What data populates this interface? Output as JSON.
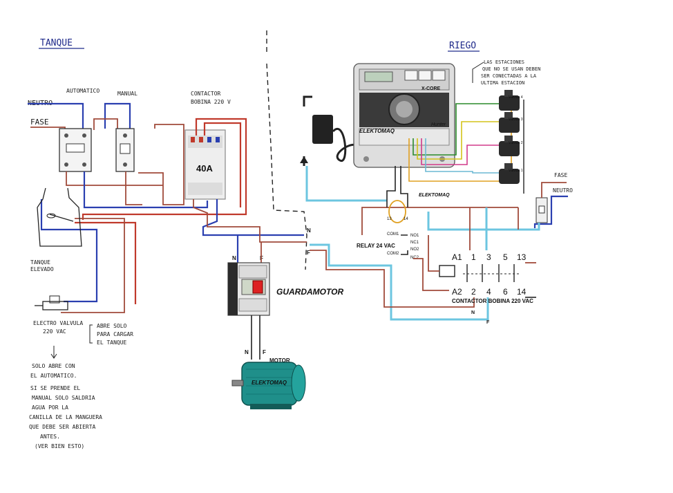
{
  "sections": {
    "tank_title": "TANQUE",
    "irrigation_title": "RIEGO"
  },
  "tank": {
    "neutral": "NEUTRO",
    "phase": "FASE",
    "automatic": "AUTOMATICO",
    "manual": "MANUAL",
    "contactor_line1": "CONTACTOR",
    "contactor_line2": "BOBINA 220 V",
    "contactor_rating": "40A",
    "elevated_tank_line1": "TANQUE",
    "elevated_tank_line2": "ELEVADO",
    "valve_line1": "ELECTRO VALVULA",
    "valve_line2": "220 VAC",
    "valve_note_line1": "ABRE SOLO",
    "valve_note_line2": "PARA CARGAR",
    "valve_note_line3": "EL TANQUE",
    "note_lines": [
      "SOLO ABRE CON",
      "EL AUTOMATICO.",
      "SI SE PRENDE EL",
      "MANUAL SOLO SALDRIA",
      "AGUA POR LA",
      "CANILLA DE LA MANGUERA",
      "QUE DEBE SER ABIERTA",
      "ANTES.",
      "(VER BIEN ESTO)"
    ]
  },
  "irrigation": {
    "stations_note": [
      "LAS ESTACIONES",
      "QUE NO SE USAN DEBEN",
      "SER CONECTADAS A LA",
      "ULTIMA ESTACION"
    ],
    "controller_brand": "X-CORE",
    "controller_maker": "Hunter",
    "watermark": "ELEKTOMAQ",
    "valves": [
      "Válvula 4",
      "Válvula 3",
      "Válvula 2",
      "Válvula 1"
    ],
    "phase": "FASE",
    "neutral": "NEUTRO",
    "relay_label": "RELAY 24 VAC",
    "relay_pins": [
      "COM1",
      "NO1",
      "NC1",
      "COM2",
      "NO2",
      "NC2"
    ],
    "relay_coil": [
      "13",
      "14"
    ],
    "contactor_top": [
      "A1",
      "1",
      "3",
      "5",
      "13"
    ],
    "contactor_bottom": [
      "A2",
      "2",
      "4",
      "6",
      "14"
    ],
    "contactor_label": "CONTACTOR BOBINA 220 VAC",
    "n_label": "N",
    "f_label": "F"
  },
  "motor": {
    "guardamotor": "GUARDAMOTOR",
    "motor_label": "MOTOR",
    "motor_brand": "ELEKTOMAQ",
    "n_label": "N",
    "f_label": "F"
  }
}
